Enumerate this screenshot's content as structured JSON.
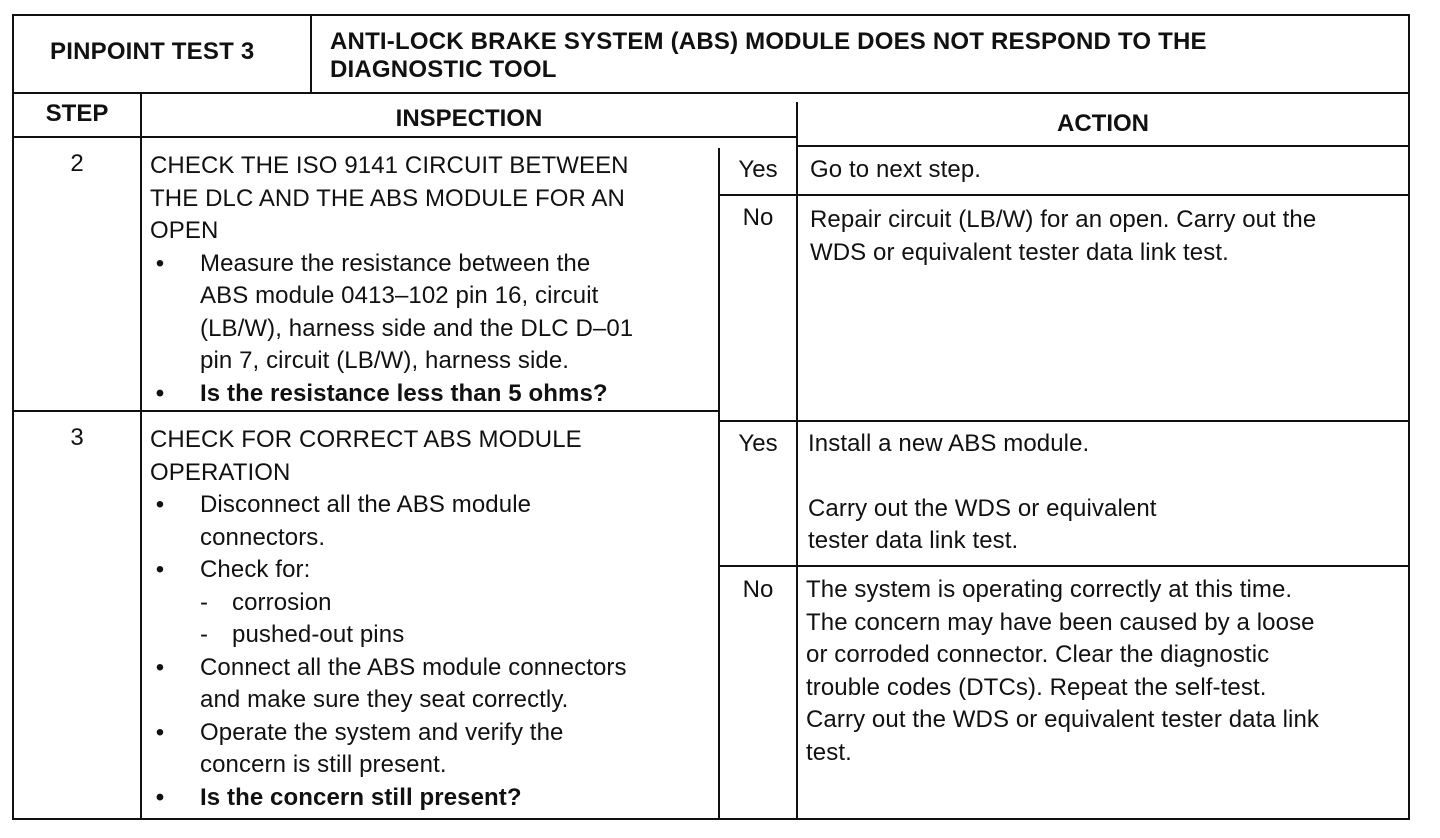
{
  "header": {
    "test_label": "PINPOINT TEST 3",
    "title_line1": "ANTI-LOCK BRAKE SYSTEM (ABS) MODULE DOES NOT RESPOND TO THE",
    "title_line2": "DIAGNOSTIC TOOL"
  },
  "columns": {
    "step": "STEP",
    "inspection": "INSPECTION",
    "action": "ACTION"
  },
  "bullet_glyph": "•",
  "dash_glyph": "-",
  "steps": [
    {
      "number": "2",
      "heading_lines": [
        "CHECK THE ISO 9141 CIRCUIT BETWEEN",
        "THE DLC AND THE ABS MODULE FOR AN",
        "OPEN"
      ],
      "bullet1_lines": [
        "Measure the resistance between the",
        "ABS module 0413–102 pin 16, circuit",
        "(LB/W), harness side and the DLC D–01",
        "pin 7, circuit (LB/W), harness side."
      ],
      "question": "Is the resistance less than 5 ohms?",
      "yes_label": "Yes",
      "yes_action": "Go to next step.",
      "no_label": "No",
      "no_action_lines": [
        "Repair circuit (LB/W) for an open. Carry out the",
        "WDS or equivalent tester data link test."
      ]
    },
    {
      "number": "3",
      "heading_lines": [
        "CHECK FOR CORRECT ABS MODULE",
        "OPERATION"
      ],
      "bullet1_lines": [
        "Disconnect all the ABS module",
        "connectors."
      ],
      "bullet2": "Check for:",
      "sub_items": [
        "corrosion",
        "pushed-out pins"
      ],
      "bullet3_lines": [
        "Connect all the ABS module connectors",
        "and make sure they seat correctly."
      ],
      "bullet4_lines": [
        "Operate the system and verify the",
        "concern is still present."
      ],
      "question": "Is the concern still present?",
      "yes_label": "Yes",
      "yes_action_p1": "Install a new ABS module.",
      "yes_action_p2_lines": [
        "Carry out the WDS or equivalent",
        "tester data link test."
      ],
      "no_label": "No",
      "no_action_lines": [
        "The system is operating correctly at this time.",
        "The concern may have been caused by a loose",
        "or corroded connector.  Clear the diagnostic",
        "trouble codes (DTCs).  Repeat the self-test.",
        "Carry out the WDS or equivalent tester data link",
        "test."
      ]
    }
  ]
}
